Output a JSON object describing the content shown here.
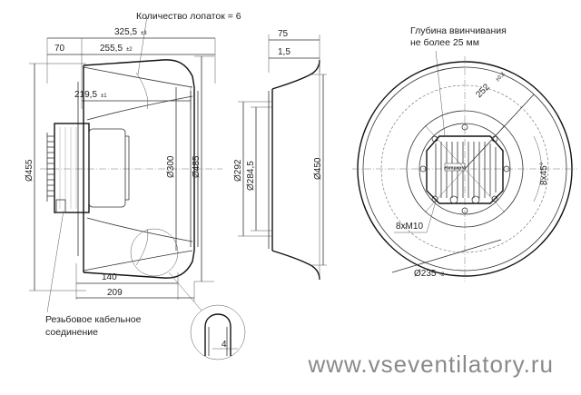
{
  "labels": {
    "blade_count": "Количество лопаток = 6",
    "thread_depth_line1": "Глубина ввинчивания",
    "thread_depth_line2": "не более 25 мм",
    "cable_gland_line1": "Резьбовое кабельное",
    "cable_gland_line2": "соединение"
  },
  "dimensions": {
    "d325": "325,5",
    "d325_tol": "±3",
    "d70": "70",
    "d255": "255,5",
    "d255_tol": "±2",
    "d219": "219,5",
    "d219_tol": "±1",
    "d455": "Ø455",
    "d300": "Ø300",
    "d485": "Ø485",
    "d140": "140",
    "d209": "209",
    "d4": "4",
    "d75": "75",
    "d15": "1,5",
    "d292": "Ø292",
    "d284": "Ø284,5",
    "d450": "Ø450",
    "d252": "252",
    "d252_tol": "±0,3",
    "angle": "8x45°",
    "thread": "8xM10",
    "d235": "Ø235",
    "d235_tol": "-2"
  },
  "motor_label": "ebmpapst",
  "watermark": "www.vseventilatory.ru"
}
